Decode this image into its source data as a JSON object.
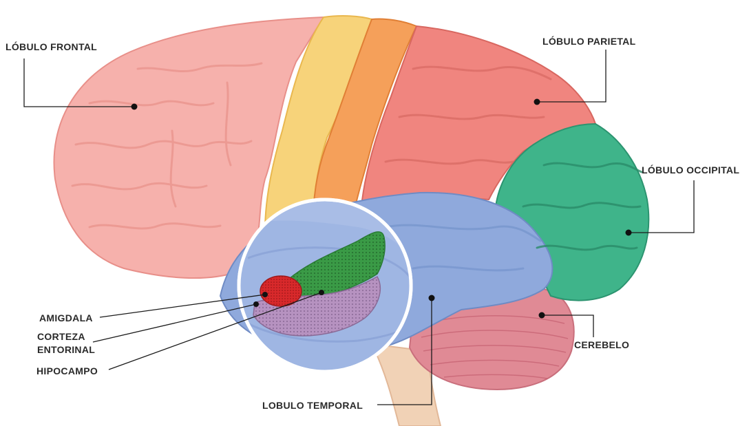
{
  "labels": {
    "frontal": "LÓBULO FRONTAL",
    "parietal": "LÓBULO PARIETAL",
    "occipital": "LÓBULO OCCIPITAL",
    "cerebelo": "CEREBELO",
    "temporal": "LOBULO TEMPORAL",
    "amigdala": "AMIGDALA",
    "corteza_line1": "CORTEZA",
    "corteza_line2": "ENTORINAL",
    "hipocampo": "HIPOCAMPO"
  },
  "colors": {
    "frontal": "#f6b1ac",
    "motor_strip": "#f7d37a",
    "premotor_strip": "#f5a05a",
    "parietal": "#f0857f",
    "occipital": "#3fb48a",
    "temporal": "#8fa9dc",
    "cerebelo": "#e08a95",
    "brainstem": "#f1d2b6",
    "amigdala": "#d8292b",
    "hipocampo": "#3a9a46",
    "corteza_entorinal": "#b692c0",
    "leader_line": "#1a1a1a"
  }
}
